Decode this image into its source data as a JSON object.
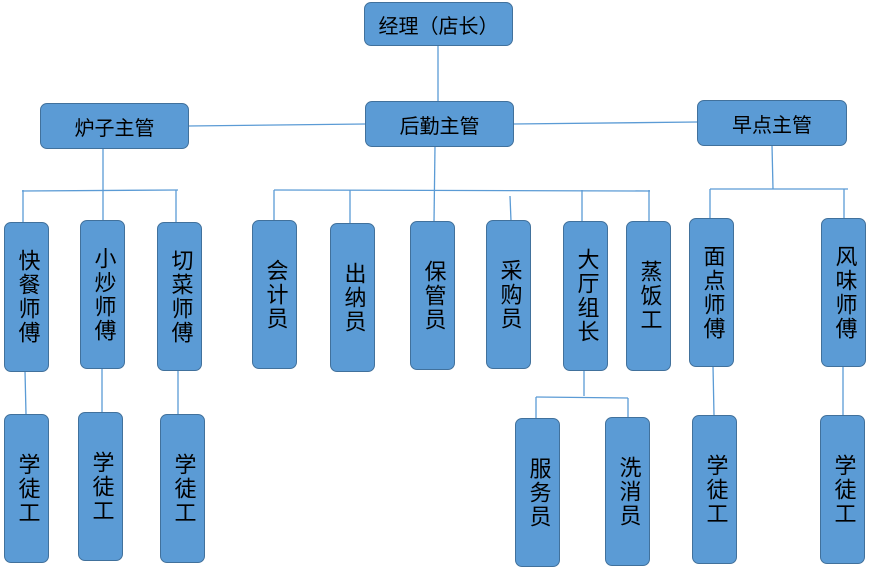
{
  "diagram": {
    "type": "org-chart",
    "colors": {
      "box_fill": "#5b9bd5",
      "box_border": "#41719c",
      "connector": "#5b9bd5"
    },
    "root": {
      "id": "manager",
      "label": "经理（店长）"
    },
    "supervisors": [
      {
        "id": "stove",
        "label": "炉子主管"
      },
      {
        "id": "logistics",
        "label": "后勤主管"
      },
      {
        "id": "breakfast",
        "label": "早点主管"
      }
    ],
    "staff": [
      {
        "id": "fastfood",
        "label": "快餐师傅",
        "parent": "stove"
      },
      {
        "id": "stirfry",
        "label": "小炒师傅",
        "parent": "stove"
      },
      {
        "id": "cutting",
        "label": "切菜师傅",
        "parent": "stove"
      },
      {
        "id": "accountant",
        "label": "会计员",
        "parent": "logistics"
      },
      {
        "id": "cashier",
        "label": "出纳员",
        "parent": "logistics"
      },
      {
        "id": "keeper",
        "label": "保管员",
        "parent": "logistics"
      },
      {
        "id": "buyer",
        "label": "采购员",
        "parent": "logistics"
      },
      {
        "id": "hall",
        "label": "大厅组长",
        "parent": "logistics"
      },
      {
        "id": "rice",
        "label": "蒸饭工",
        "parent": "logistics"
      },
      {
        "id": "pastry",
        "label": "面点师傅",
        "parent": "breakfast"
      },
      {
        "id": "flavor",
        "label": "风味师傅",
        "parent": "breakfast"
      }
    ],
    "juniors": [
      {
        "id": "app1",
        "label": "学徒工",
        "parent": "fastfood"
      },
      {
        "id": "app2",
        "label": "学徒工",
        "parent": "stirfry"
      },
      {
        "id": "app3",
        "label": "学徒工",
        "parent": "cutting"
      },
      {
        "id": "waiter",
        "label": "服务员",
        "parent": "hall"
      },
      {
        "id": "washer",
        "label": "洗消员",
        "parent": "hall"
      },
      {
        "id": "app4",
        "label": "学徒工",
        "parent": "pastry"
      },
      {
        "id": "app5",
        "label": "学徒工",
        "parent": "flavor"
      }
    ]
  }
}
